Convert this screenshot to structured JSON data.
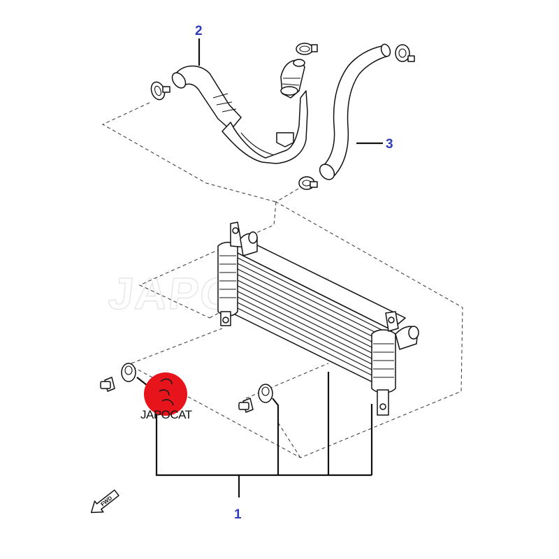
{
  "callouts": {
    "part_1": "1",
    "part_2": "2",
    "part_3": "3"
  },
  "watermark": {
    "text": "JAPOCAT"
  },
  "logo": {
    "text": "JAPOCAT",
    "color": "#e8141c"
  },
  "direction_arrow": {
    "label": "FWD"
  },
  "colors": {
    "callout": "#2f3db8",
    "line": "#111111"
  }
}
